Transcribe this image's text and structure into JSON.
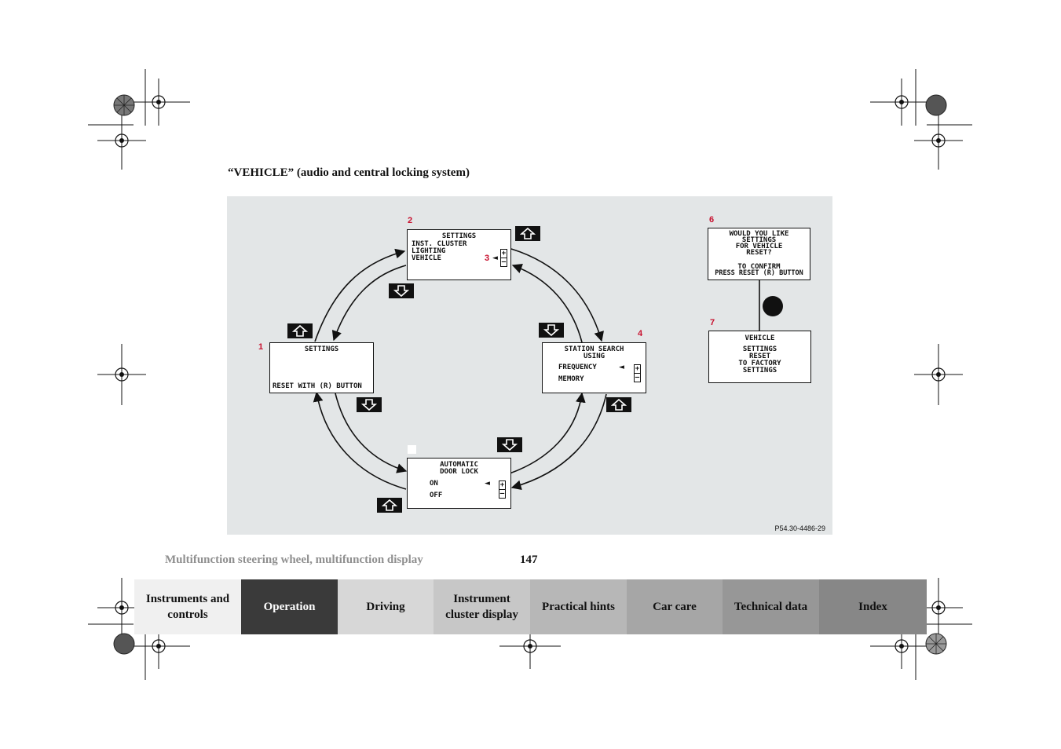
{
  "section_title": "“VEHICLE” (audio and central locking system)",
  "figure": {
    "part_number": "P54.30-4486-29",
    "screens": {
      "s1": {
        "callout": "1",
        "lines": [
          "SETTINGS",
          "RESET WITH (R) BUTTON"
        ]
      },
      "s2": {
        "callout": "2",
        "lines": [
          "SETTINGS",
          "INST. CLUSTER",
          "LIGHTING",
          "VEHICLE"
        ],
        "pointer_callout": "3"
      },
      "s4": {
        "callout": "4",
        "lines": [
          "STATION SEARCH",
          "USING",
          "FREQUENCY",
          "MEMORY"
        ]
      },
      "s5": {
        "lines": [
          "AUTOMATIC",
          "DOOR LOCK",
          "ON",
          "OFF"
        ]
      },
      "s6": {
        "callout": "6",
        "lines": [
          "WOULD YOU LIKE",
          "SETTINGS",
          "FOR VEHICLE",
          "RESET?",
          "TO CONFIRM",
          "PRESS RESET (R) BUTTON"
        ]
      },
      "s7": {
        "callout": "7",
        "lines": [
          "VEHICLE",
          "SETTINGS",
          "RESET",
          "TO FACTORY",
          "SETTINGS"
        ]
      }
    },
    "plus_symbol": "+",
    "minus_symbol": "–",
    "pointer_symbol": "◄",
    "key_icons": [
      "up-arrow-key-icon",
      "down-arrow-key-icon"
    ]
  },
  "footer": {
    "chapter_title": "Multifunction steering wheel, multifunction display",
    "page_number": "147"
  },
  "tabs": [
    {
      "label": "Instruments and controls",
      "bg": "#f0f0f0",
      "fg": "#111111"
    },
    {
      "label": "Operation",
      "bg": "#3a3a3a",
      "fg": "#ffffff"
    },
    {
      "label": "Driving",
      "bg": "#d7d7d7",
      "fg": "#111111"
    },
    {
      "label": "Instrument cluster display",
      "bg": "#c7c7c7",
      "fg": "#111111"
    },
    {
      "label": "Practical hints",
      "bg": "#b7b7b7",
      "fg": "#111111"
    },
    {
      "label": "Car care",
      "bg": "#a6a6a6",
      "fg": "#111111"
    },
    {
      "label": "Technical data",
      "bg": "#979797",
      "fg": "#111111"
    },
    {
      "label": "Index",
      "bg": "#878787",
      "fg": "#111111"
    }
  ]
}
